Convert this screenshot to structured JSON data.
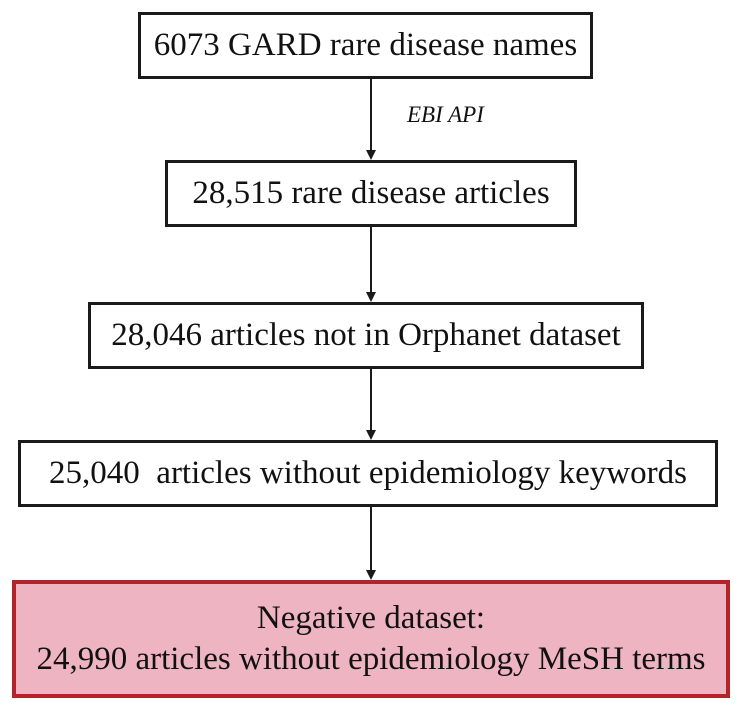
{
  "diagram": {
    "nodes": [
      {
        "id": "gard",
        "label": "6073 GARD rare disease names"
      },
      {
        "id": "articles",
        "label": "28,515 rare disease articles"
      },
      {
        "id": "not_orphanet",
        "label": "28,046 articles not in Orphanet dataset"
      },
      {
        "id": "no_keywords",
        "label": "25,040  articles without epidemiology keywords"
      },
      {
        "id": "negative",
        "label_line1": "Negative dataset:",
        "label_line2": "24,990 articles without epidemiology MeSH terms"
      }
    ],
    "edges": [
      {
        "from": "gard",
        "to": "articles",
        "label": "EBI API"
      },
      {
        "from": "articles",
        "to": "not_orphanet"
      },
      {
        "from": "not_orphanet",
        "to": "no_keywords"
      },
      {
        "from": "no_keywords",
        "to": "negative"
      }
    ],
    "colors": {
      "border": "#1a1a1a",
      "highlight_fill": "#efb4c2",
      "highlight_border": "#b2232a"
    }
  }
}
